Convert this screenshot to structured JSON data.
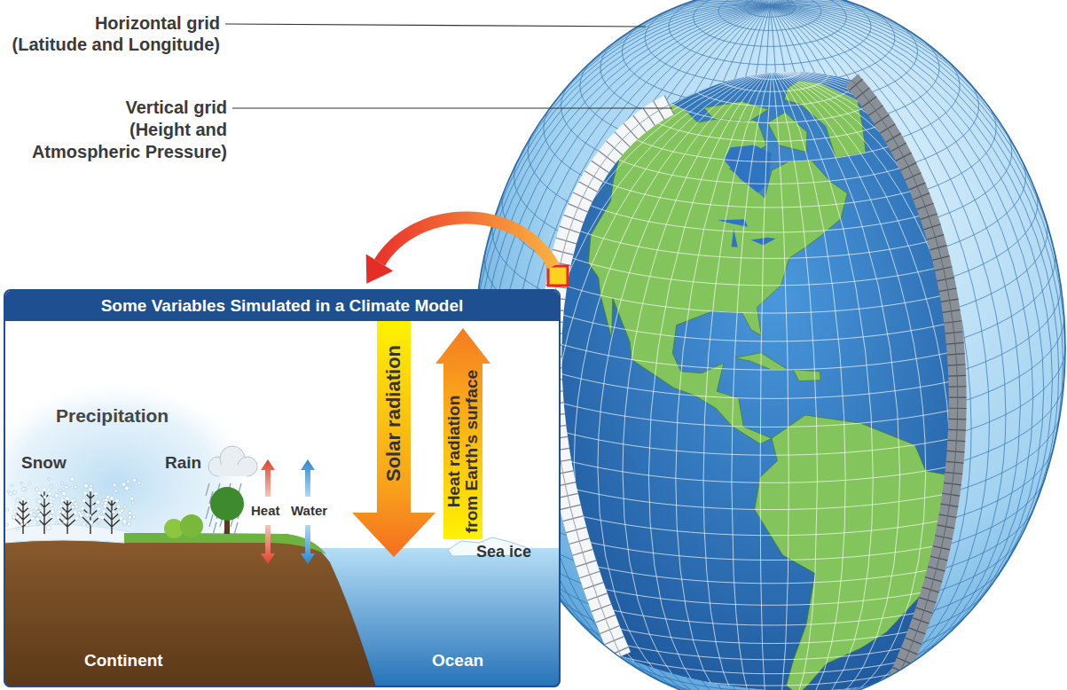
{
  "diagram": {
    "nodes": [
      {
        "text": [
          "Some Variables Simulated in a Climate Model"
        ]
      },
      {
        "text": [
          "Solar radiation"
        ],
        "in": 0
      },
      {
        "text": [
          "Heat radiation from Earth’s surface"
        ],
        "in": 0
      }
    ],
    "labels": [
      "Horizontal grid (Latitude and Longitude)",
      "Vertical grid (Height and Atmospheric Pressure)",
      "Precipitation",
      "Snow",
      "Rain",
      "Heat",
      "Water",
      "Continent",
      "Ocean",
      "Sea ice"
    ]
  }
}
